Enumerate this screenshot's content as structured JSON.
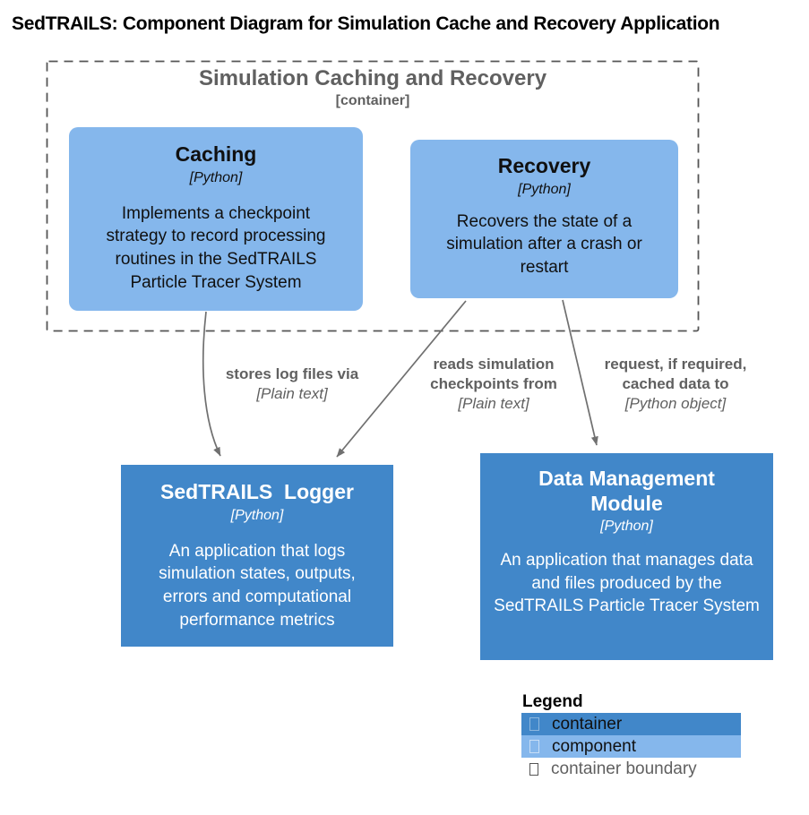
{
  "title": "SedTRAILS: Component Diagram for Simulation Cache and Recovery Application",
  "colors": {
    "container": "#4187c9",
    "component": "#85b7ec",
    "boundary": "#555555",
    "edge": "#707070",
    "muted": "#606060"
  },
  "boundary": {
    "title": "Simulation Caching and Recovery",
    "subtitle": "[container]"
  },
  "nodes": {
    "caching": {
      "title": "Caching",
      "tech": "[Python]",
      "description": "Implements a checkpoint strategy to record processing routines in the SedTRAILS Particle Tracer System",
      "kind": "component"
    },
    "recovery": {
      "title": "Recovery",
      "tech": "[Python]",
      "description": "Recovers the state of a simulation after a crash or restart",
      "kind": "component"
    },
    "logger": {
      "title": "SedTRAILS  Logger",
      "tech": "[Python]",
      "description": "An application that logs simulation states, outputs, errors and computational performance metrics",
      "kind": "container"
    },
    "data_management": {
      "title": "Data Management Module",
      "tech": "[Python]",
      "description": "An application that manages data and files produced by the SedTRAILS Particle Tracer System",
      "kind": "container"
    }
  },
  "relationships": [
    {
      "from": "Caching",
      "to": "SedTRAILS Logger",
      "label": "stores log files via",
      "tech": "[Plain text]"
    },
    {
      "from": "Recovery",
      "to": "SedTRAILS Logger",
      "label": "reads simulation checkpoints from",
      "tech": "[Plain text]"
    },
    {
      "from": "Recovery",
      "to": "Data Management Module",
      "label": "request, if required, cached data to",
      "tech": "[Python object]"
    }
  ],
  "legend": {
    "title": "Legend",
    "items": [
      {
        "label": "container"
      },
      {
        "label": "component"
      },
      {
        "label": "container boundary"
      }
    ]
  }
}
